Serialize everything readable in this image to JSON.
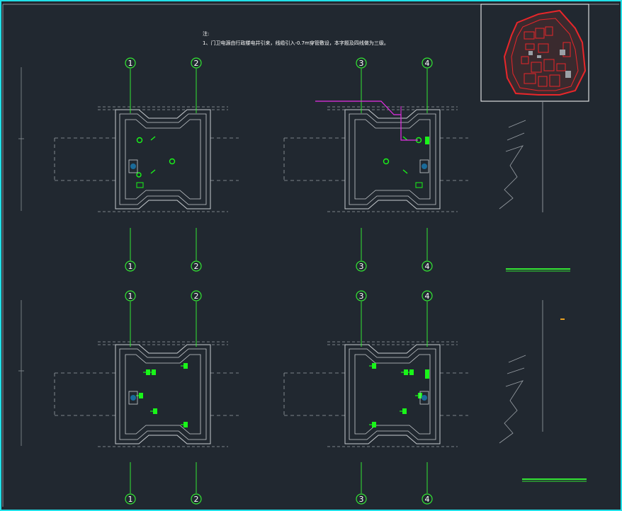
{
  "notes": {
    "title": "注:",
    "line1": "1、门卫电源由行政楼电井引来，线缆引入-0.7m穿管敷设，本字题及四线做为三级。"
  },
  "axis_labels": [
    "1",
    "2",
    "3",
    "4"
  ],
  "colors": {
    "background": "#212830",
    "frame": "#21e0e8",
    "wall": "#c8ccd0",
    "dashed": "#9aa0a6",
    "axis": "#33e633",
    "device": "#19f519",
    "feeder": "#e62ee6",
    "site_plan": "#e8262a",
    "orange_mark": "#e8a020"
  },
  "icons": [
    "outlet-icon",
    "switch-icon",
    "light-fixture-icon",
    "distribution-box-icon",
    "terminal-box-icon"
  ]
}
